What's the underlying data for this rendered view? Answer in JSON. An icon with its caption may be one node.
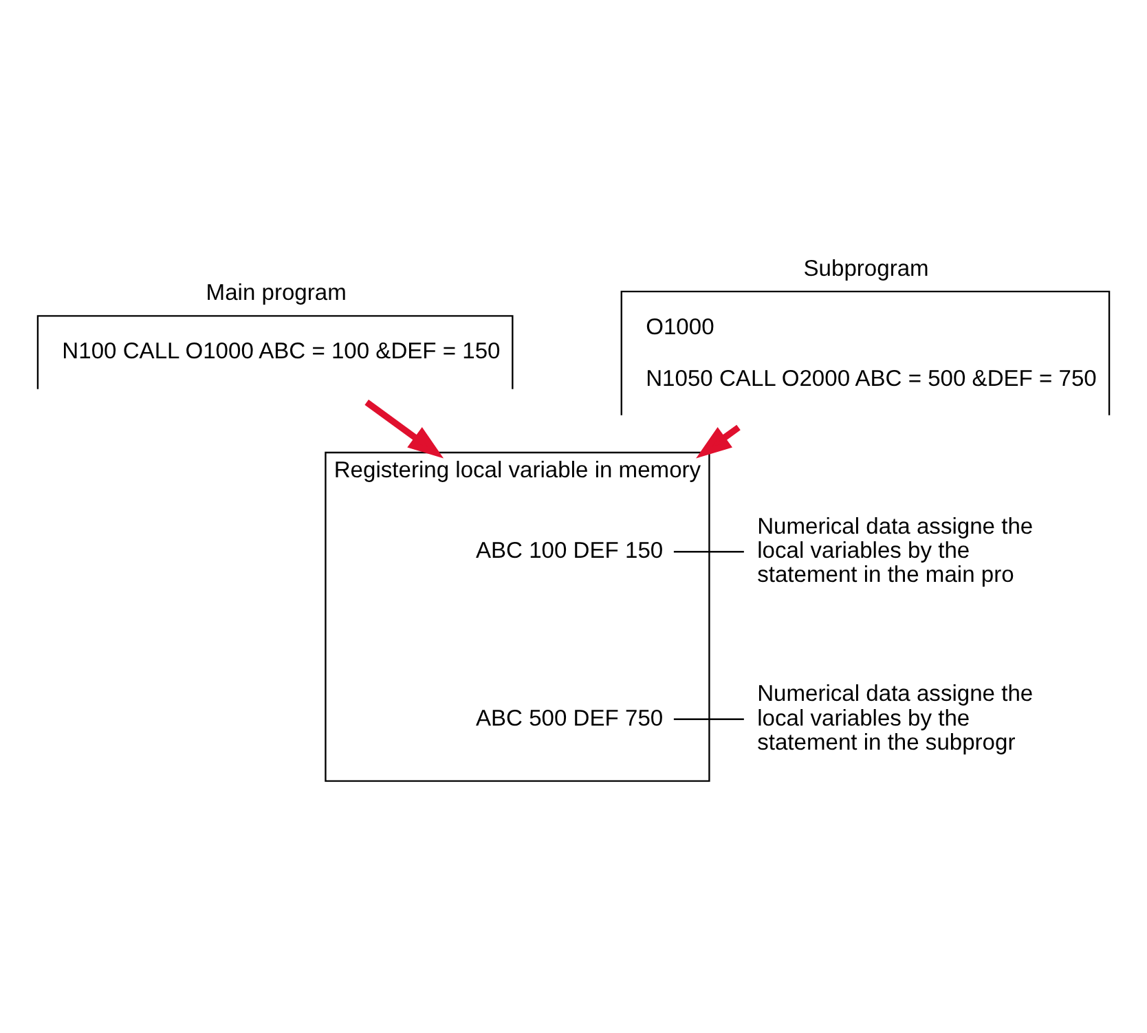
{
  "diagram": {
    "nodes": [
      {
        "text": [
          "Main program",
          "N100 CALL O1000 ABC = 100 &DEF = 150"
        ]
      },
      {
        "text": [
          "Subprogram",
          "O1000",
          "N1050 CALL O2000 ABC = 500 &DEF = 750"
        ]
      },
      {
        "text": [
          "Registering local variable in memory"
        ]
      },
      {
        "text": [
          "ABC 100 DEF 150"
        ],
        "in": 2
      },
      {
        "text": [
          "ABC 500 DEF 750"
        ],
        "in": 2
      },
      {
        "text": [
          "Numerical data assigne the local variables by the statement in the main pro"
        ]
      },
      {
        "text": [
          "Numerical data assigne the local variables by the statement in the subprogr"
        ]
      }
    ],
    "edges": [
      {
        "from": 0,
        "to": 2,
        "arrow": "to",
        "style": "thick",
        "color": "#e0102e"
      },
      {
        "from": 1,
        "to": 2,
        "arrow": "to",
        "style": "thick",
        "color": "#e0102e"
      },
      {
        "from": 5,
        "to": 3,
        "arrow": "none",
        "color": "#000000"
      },
      {
        "from": 6,
        "to": 4,
        "arrow": "none",
        "color": "#000000"
      }
    ]
  }
}
